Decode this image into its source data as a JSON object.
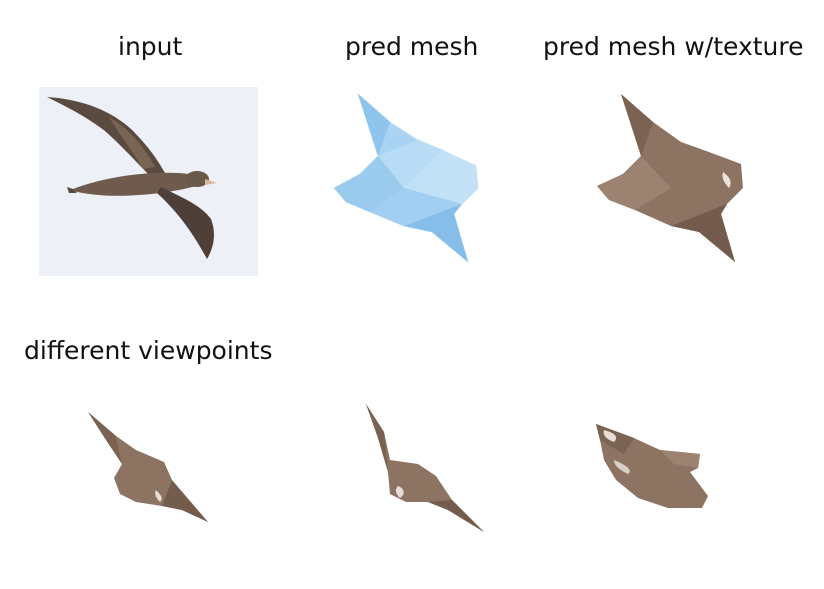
{
  "titles": {
    "input": "input",
    "pred_mesh": "pred mesh",
    "pred_mesh_texture": "pred mesh w/texture",
    "different_viewpoints": "different viewpoints"
  },
  "colors": {
    "photo_background": "#eef0f8",
    "mesh_blue": "#a9d3f2",
    "bird_brown": "#8c7362"
  }
}
